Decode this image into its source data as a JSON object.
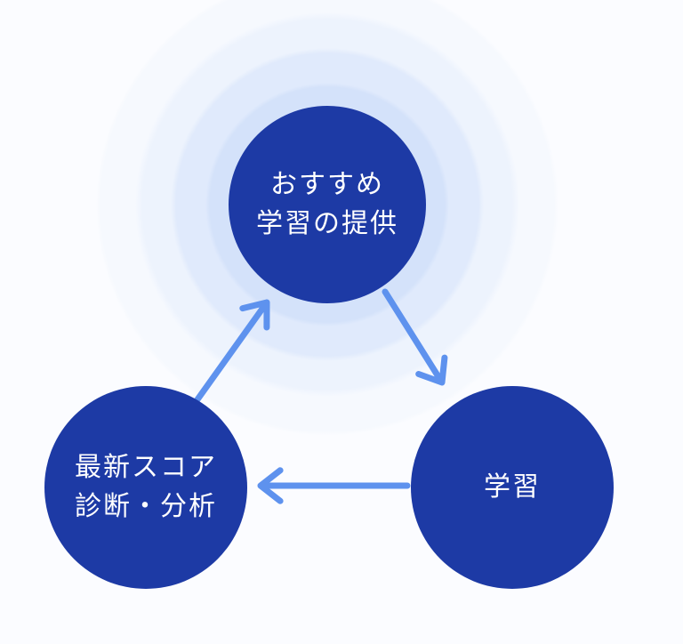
{
  "diagram": {
    "type": "cycle",
    "colors": {
      "background": "#fbfcff",
      "node": "#1d3aa5",
      "node_text": "#ffffff",
      "arrow": "#5e92ee",
      "glow_rings": [
        "#d4e2fa",
        "#e0eafc",
        "#edf3fd",
        "#f6f9fe"
      ]
    },
    "nodes": {
      "recommend": {
        "line1": "おすすめ",
        "line2": "学習の提供"
      },
      "learning": {
        "line1": "学習"
      },
      "score": {
        "line1": "最新スコア",
        "line2": "診断・分析"
      }
    },
    "arrows": [
      {
        "name": "score-to-recommend",
        "from": "score",
        "to": "recommend"
      },
      {
        "name": "recommend-to-learning",
        "from": "recommend",
        "to": "learning"
      },
      {
        "name": "learning-to-score",
        "from": "learning",
        "to": "score"
      }
    ]
  }
}
